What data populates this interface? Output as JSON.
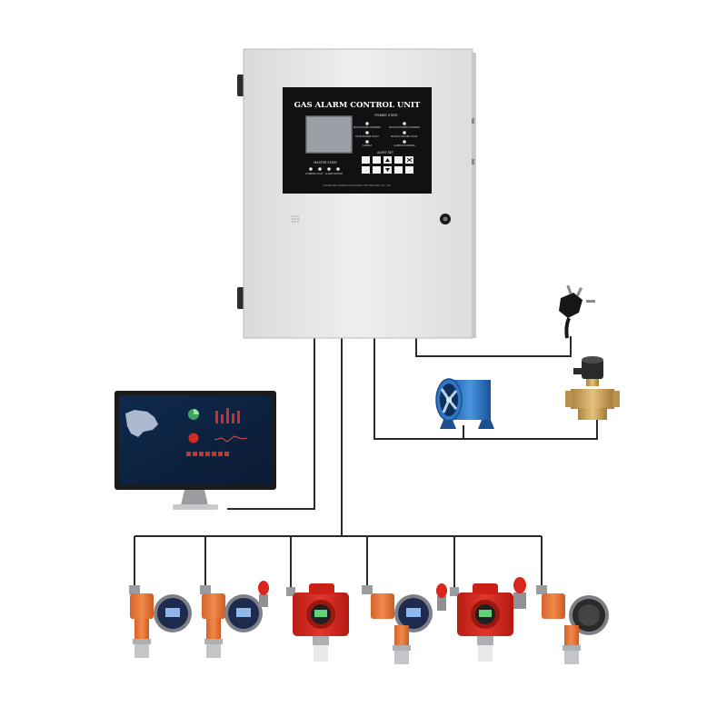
{
  "panel": {
    "title": "GAS ALARM CONTROL UNIT",
    "power_state_label": "POWER STATE",
    "master_state_label": "MASTER STATE",
    "alert_set_label": "ALERT SET",
    "status_left": [
      "MAIN POWER RUNNING",
      "MAIN POWER FAULT",
      "SAMPLE"
    ],
    "status_right": [
      "BACKUP POWER RUNNING",
      "BACKUP POWER FAULT",
      "SAMPLE RUNNING"
    ],
    "master_items": [
      "RUNNING",
      "FAULT",
      "ALARM",
      "SILENCE"
    ],
    "manufacturer": "SHANDONG SENSOR ELECTRONIC TECHNOLOGY CO., LTD."
  },
  "connections": {
    "panel_to_monitor": true,
    "panel_to_power_plug": true,
    "panel_to_fan_and_valve": true,
    "panel_to_detector_bus": true
  },
  "devices": {
    "monitor": "monitor-icon",
    "power_plug": "power-plug-icon",
    "exhaust_fan": "axial-fan-icon",
    "solenoid_valve": "solenoid-valve-icon",
    "detectors": [
      {
        "style": "orange",
        "has_beacon": false,
        "display": "round"
      },
      {
        "style": "orange",
        "has_beacon": true,
        "display": "round"
      },
      {
        "style": "red",
        "has_beacon": false,
        "display": "explosion-proof"
      },
      {
        "style": "orange",
        "has_beacon": true,
        "display": "round"
      },
      {
        "style": "red",
        "has_beacon": true,
        "display": "explosion-proof"
      },
      {
        "style": "orange",
        "has_beacon": false,
        "display": "round"
      }
    ]
  },
  "colors": {
    "cabinet": "#e6e7e9",
    "faceplate": "#111111",
    "lcd": "#9aa0a6",
    "wire": "#2a2a2a",
    "detector_orange": "#e9753a",
    "detector_red": "#d9261c",
    "fan_blue": "#2f76c7",
    "brass": "#c9a45c"
  }
}
